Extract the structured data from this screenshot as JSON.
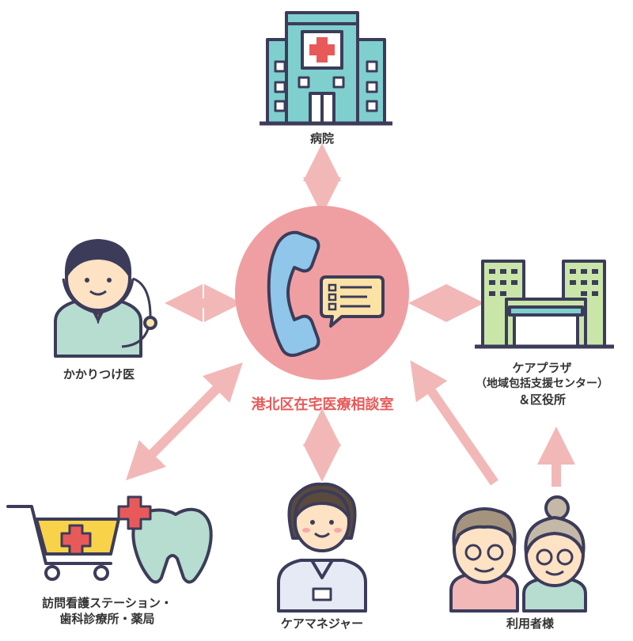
{
  "center": {
    "title": "港北区在宅医療相談室"
  },
  "nodes": {
    "hospital": {
      "label": "病院"
    },
    "doctor": {
      "label": "かかりつけ医"
    },
    "careplaza": {
      "lines": [
        "ケアプラザ",
        "（地域包括支援センター）",
        "＆区役所"
      ]
    },
    "nursing": {
      "lines": [
        "訪問看護ステーション・",
        "歯科診療所・薬局"
      ]
    },
    "caremanager": {
      "label": "ケアマネジャー"
    },
    "users": {
      "label": "利用者様"
    }
  },
  "colors": {
    "arrow": "#f2b8b8",
    "hub": "#ef9fa2",
    "accent": "#e85a5a",
    "outline": "#3c3c5a",
    "teal": "#7fcfcf",
    "green": "#c9e6a8"
  }
}
